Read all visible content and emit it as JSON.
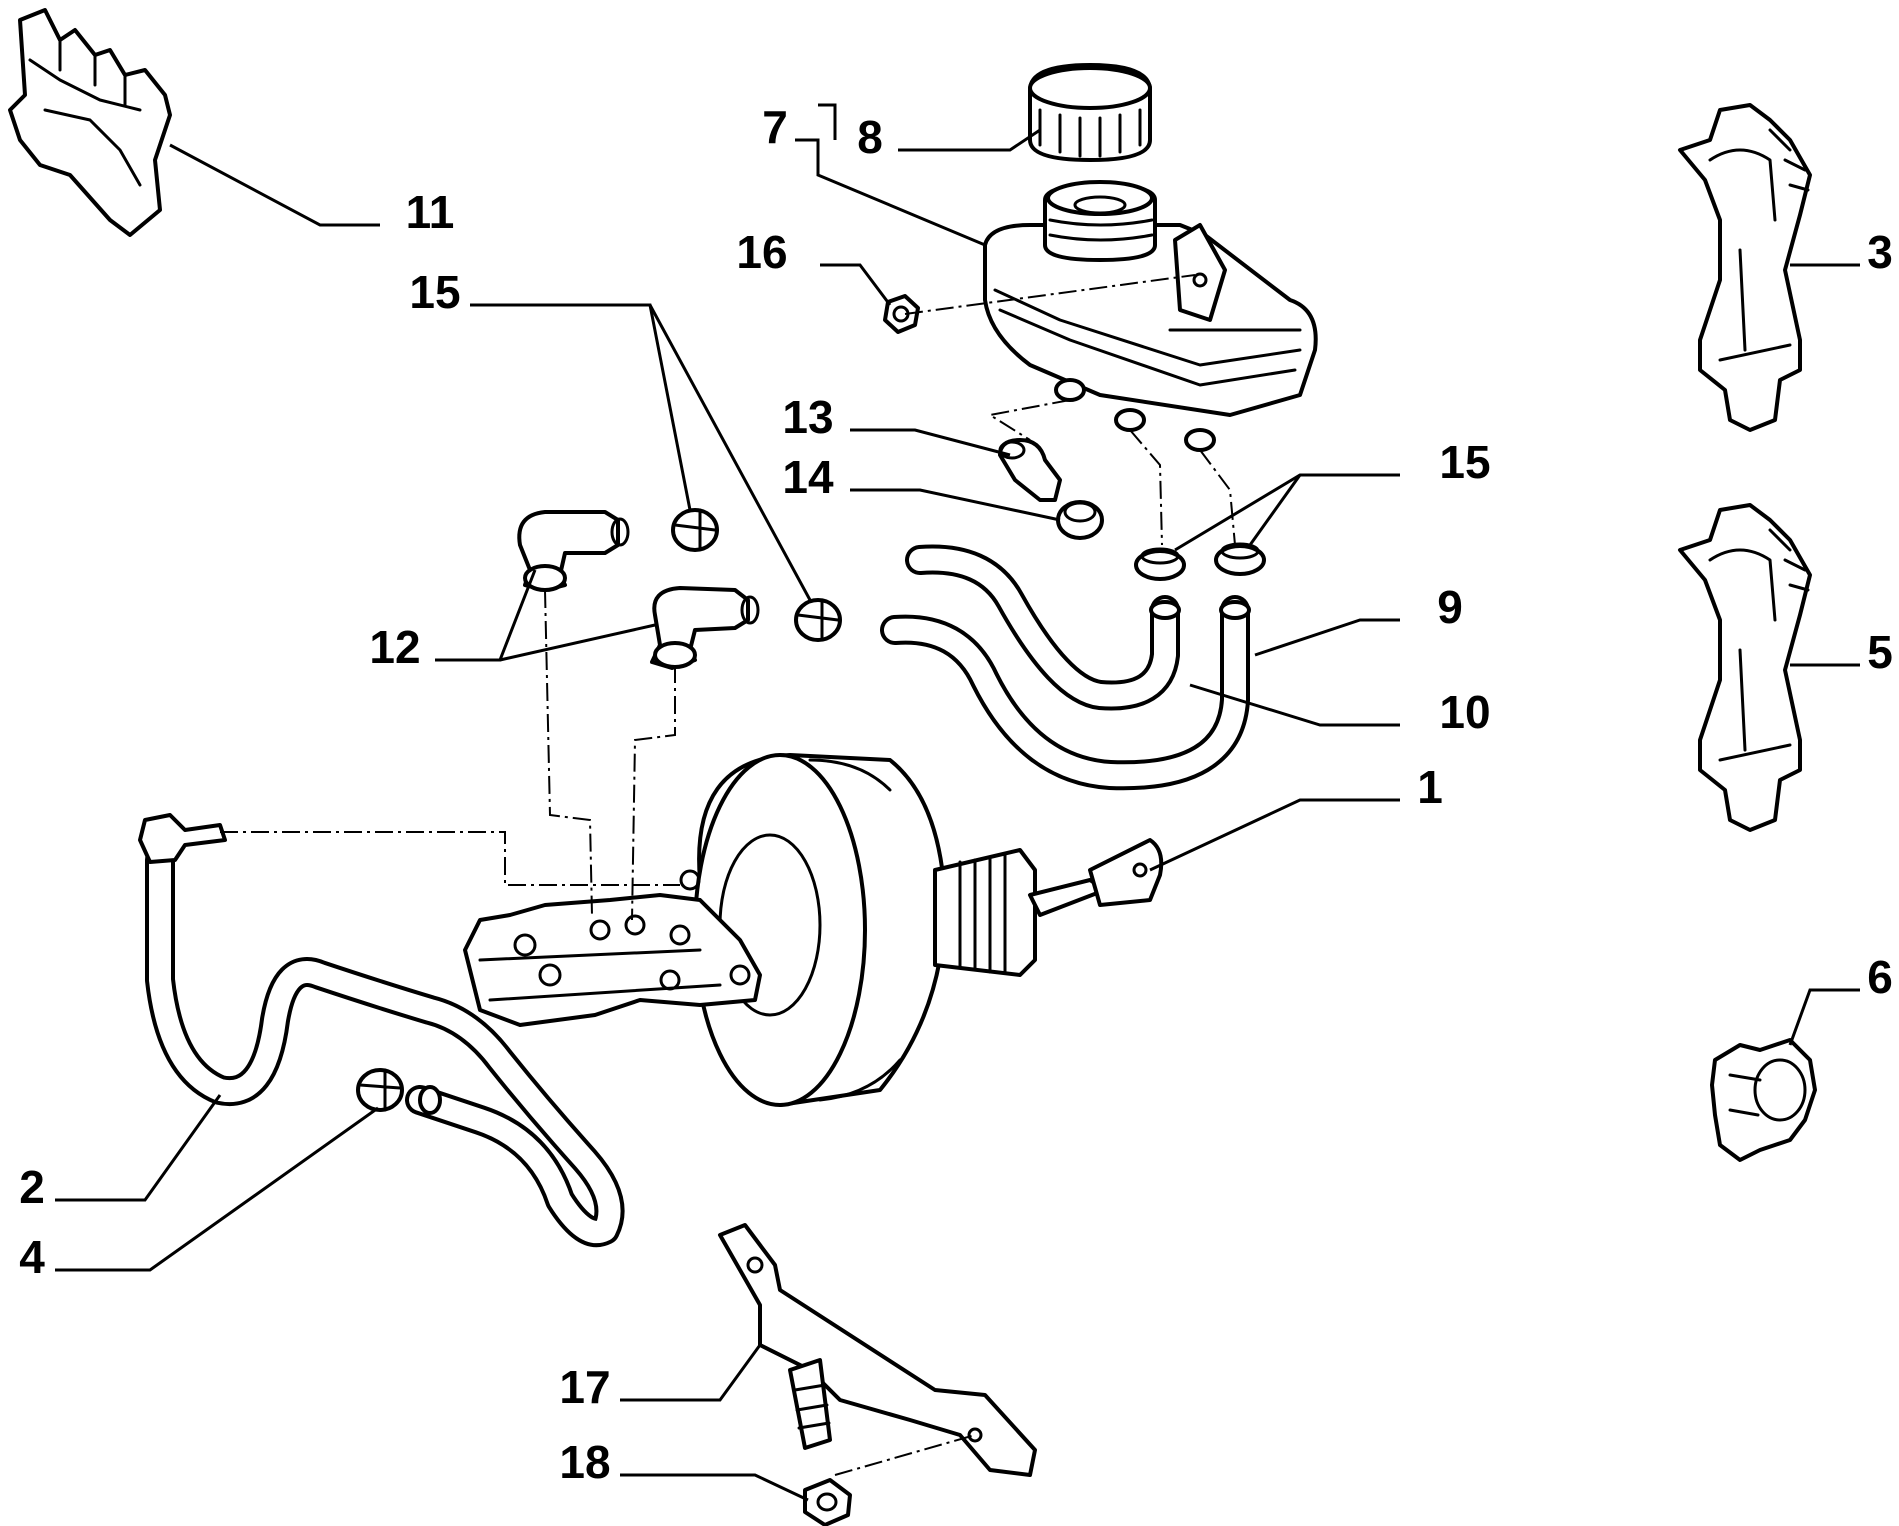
{
  "callouts": [
    {
      "id": "c1",
      "label": "1"
    },
    {
      "id": "c2",
      "label": "2"
    },
    {
      "id": "c3",
      "label": "3"
    },
    {
      "id": "c4",
      "label": "4"
    },
    {
      "id": "c5",
      "label": "5"
    },
    {
      "id": "c6",
      "label": "6"
    },
    {
      "id": "c7",
      "label": "7"
    },
    {
      "id": "c8",
      "label": "8"
    },
    {
      "id": "c9",
      "label": "9"
    },
    {
      "id": "c10",
      "label": "10"
    },
    {
      "id": "c11",
      "label": "11"
    },
    {
      "id": "c12",
      "label": "12"
    },
    {
      "id": "c13",
      "label": "13"
    },
    {
      "id": "c14",
      "label": "14"
    },
    {
      "id": "c15a",
      "label": "15"
    },
    {
      "id": "c15b",
      "label": "15"
    },
    {
      "id": "c16",
      "label": "16"
    },
    {
      "id": "c17",
      "label": "17"
    },
    {
      "id": "c18",
      "label": "18"
    }
  ]
}
